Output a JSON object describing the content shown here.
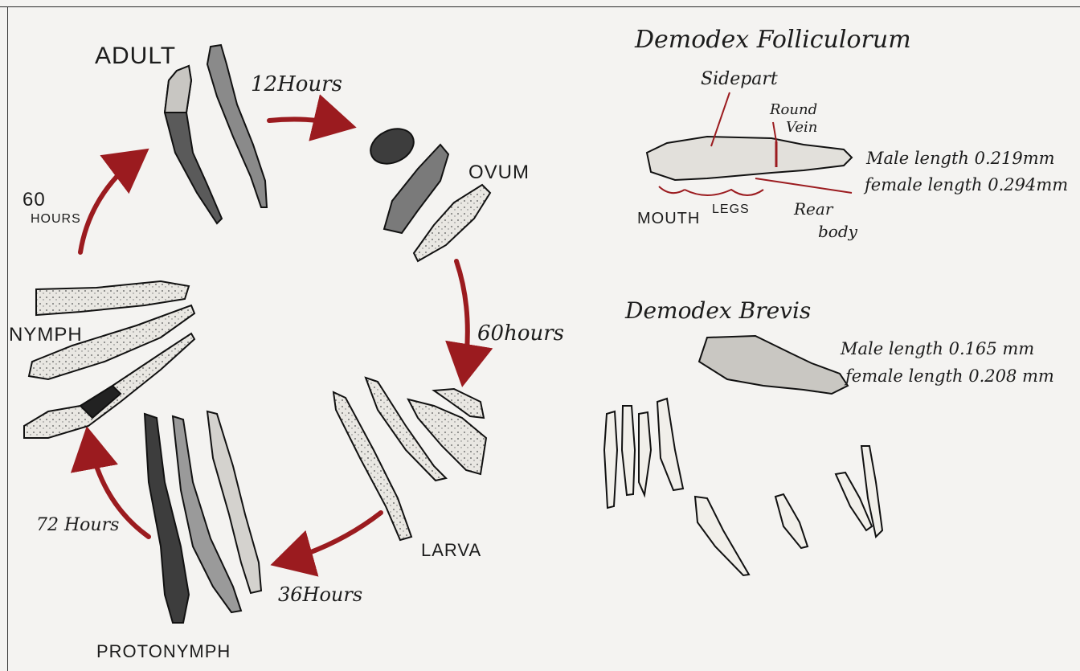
{
  "lifecycle": {
    "stages": {
      "adult": "ADULT",
      "ovum": "OVUM",
      "larva": "LARVA",
      "protonymph": "PROTONYMPH",
      "nymph": "NYMPH"
    },
    "durations": {
      "adult_to_ovum": "12Hours",
      "ovum_to_larva": "60hours",
      "larva_to_protonymph": "36Hours",
      "protonymph_to_nymph": "72 Hours",
      "nymph_to_adult_num": "60",
      "nymph_to_adult_unit": "HOURS"
    },
    "arrow_color": "#9b1b1f"
  },
  "folliculorum": {
    "title": "Demodex Folliculorum",
    "parts": {
      "sidepart": "Sidepart",
      "round": "Round",
      "vein": "Vein",
      "mouth": "MOUTH",
      "legs": "LEGS",
      "rear": "Rear",
      "body": "body"
    },
    "male_length": "Male length 0.219mm",
    "female_length": "female length 0.294mm"
  },
  "brevis": {
    "title": "Demodex Brevis",
    "male_length": "Male length 0.165 mm",
    "female_length": "female length 0.208 mm"
  }
}
